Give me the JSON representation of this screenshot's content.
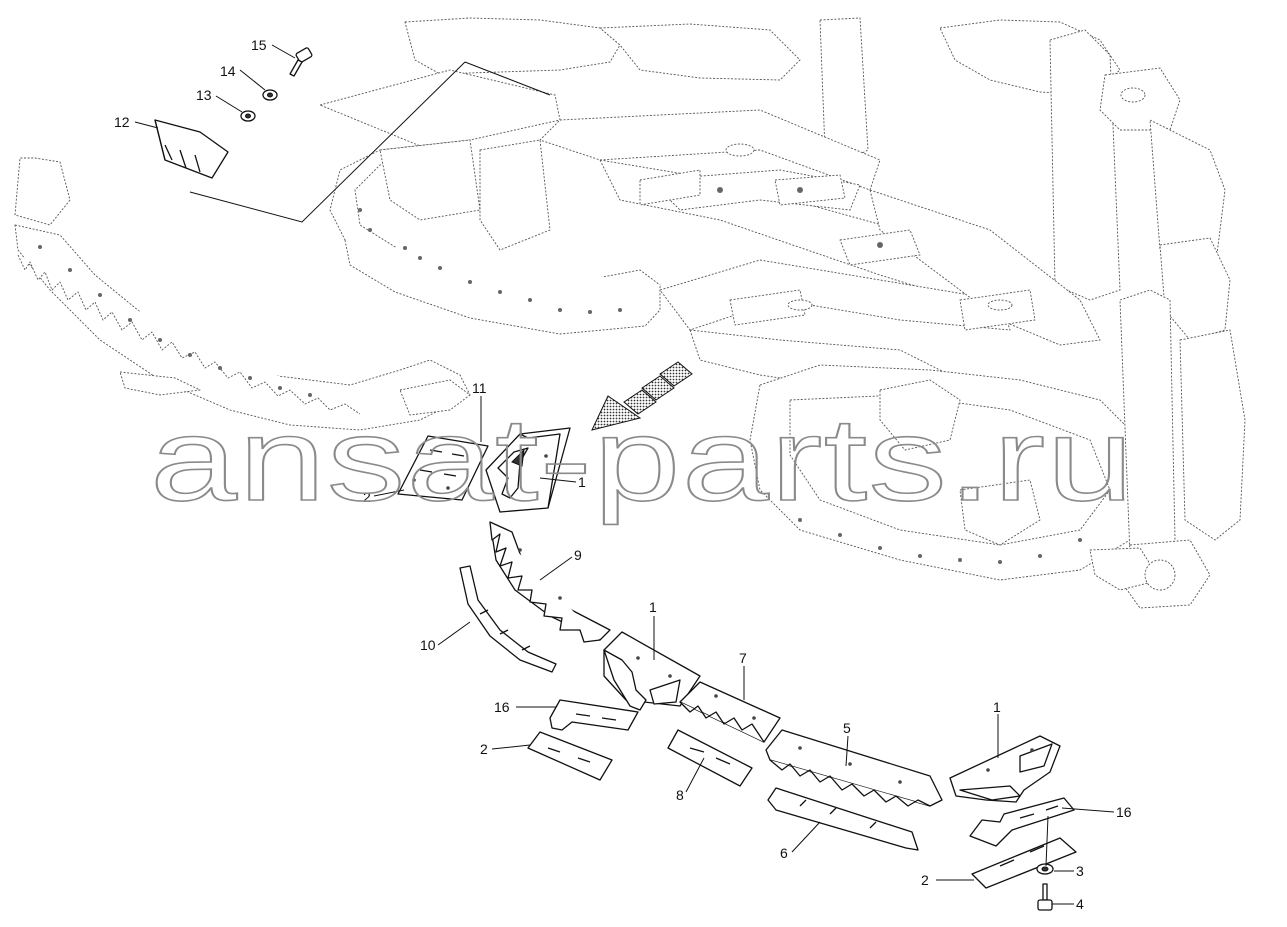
{
  "watermark": "ansat-parts.ru",
  "colors": {
    "line": "#111111",
    "frame": "#555555",
    "watermark": "#8a8a8a",
    "background": "#ffffff"
  },
  "callouts": [
    {
      "id": "c15",
      "label": "15"
    },
    {
      "id": "c14",
      "label": "14"
    },
    {
      "id": "c13",
      "label": "13"
    },
    {
      "id": "c12",
      "label": "12"
    },
    {
      "id": "c11",
      "label": "11"
    },
    {
      "id": "c2a",
      "label": "2"
    },
    {
      "id": "c1a",
      "label": "1"
    },
    {
      "id": "c9",
      "label": "9"
    },
    {
      "id": "c10",
      "label": "10"
    },
    {
      "id": "c1b",
      "label": "1"
    },
    {
      "id": "c7",
      "label": "7"
    },
    {
      "id": "c16a",
      "label": "16"
    },
    {
      "id": "c2b",
      "label": "2"
    },
    {
      "id": "c5",
      "label": "5"
    },
    {
      "id": "c1c",
      "label": "1"
    },
    {
      "id": "c8",
      "label": "8"
    },
    {
      "id": "c6",
      "label": "6"
    },
    {
      "id": "c16b",
      "label": "16"
    },
    {
      "id": "c3",
      "label": "3"
    },
    {
      "id": "c2c",
      "label": "2"
    },
    {
      "id": "c4",
      "label": "4"
    }
  ]
}
